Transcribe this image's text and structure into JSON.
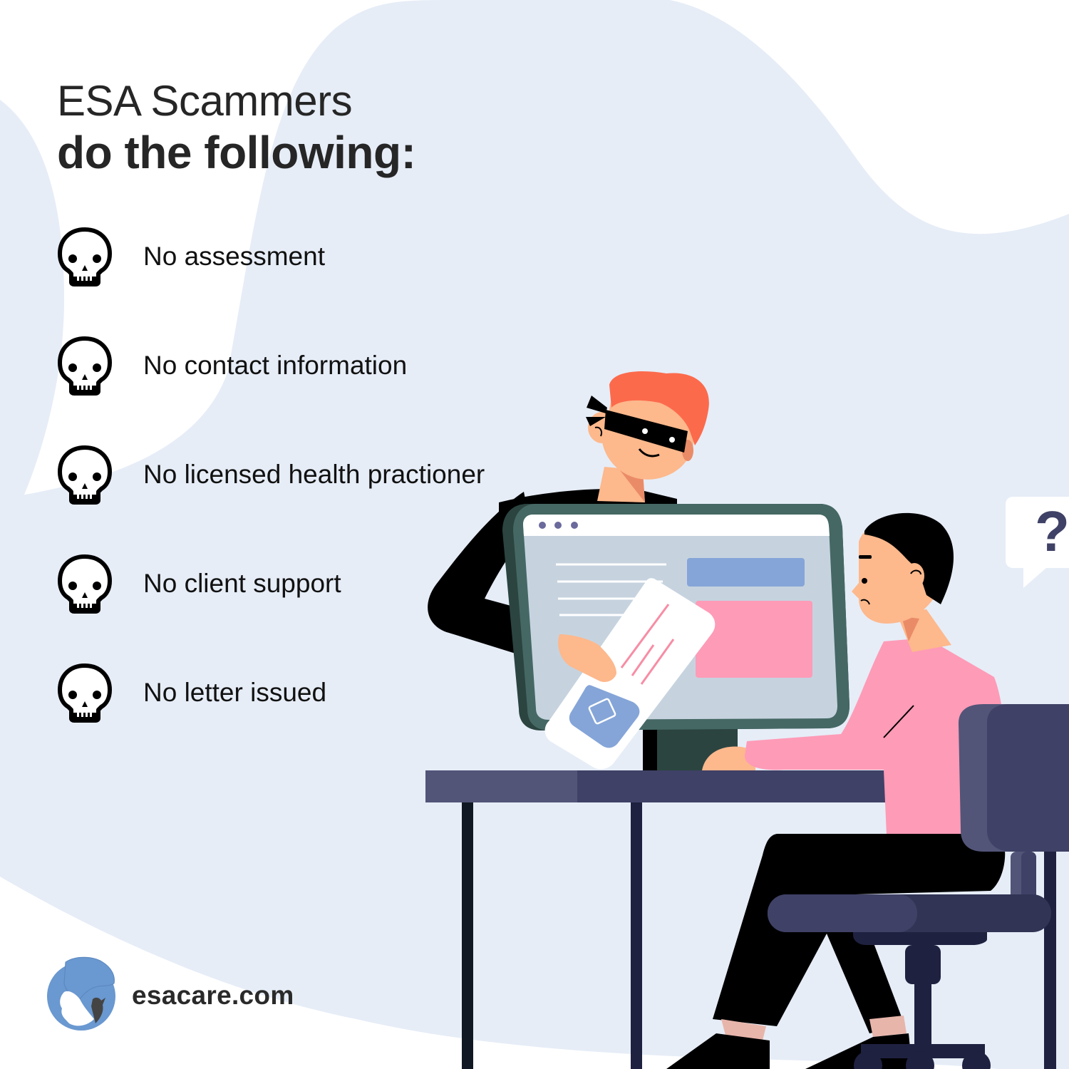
{
  "heading": {
    "line1": "ESA Scammers",
    "line2": "do the following:"
  },
  "items": [
    {
      "icon": "skull-icon",
      "label": "No assessment"
    },
    {
      "icon": "skull-icon",
      "label": "No contact information"
    },
    {
      "icon": "skull-icon",
      "label": "No licensed health practioner"
    },
    {
      "icon": "skull-icon",
      "label": "No client support"
    },
    {
      "icon": "skull-icon",
      "label": "No letter issued"
    }
  ],
  "illustration": {
    "speech_bubble_text": "?",
    "description": "Masked scammer handing a document to a confused man at a computer desk"
  },
  "brand": {
    "logo_text": "esacare.com"
  },
  "colors": {
    "background_blob": "#e6edf7",
    "background_white": "#ffffff",
    "text_dark": "#262626",
    "desk": "#3f4166",
    "desk_light": "#525578",
    "monitor_frame": "#456864",
    "screen": "#c6d3df",
    "accent_blue": "#85a5d8",
    "accent_pink": "#fe9bb7",
    "hair_orange": "#fc6a4c",
    "skin": "#fdb88c",
    "logo_blue": "#6a98d0"
  }
}
